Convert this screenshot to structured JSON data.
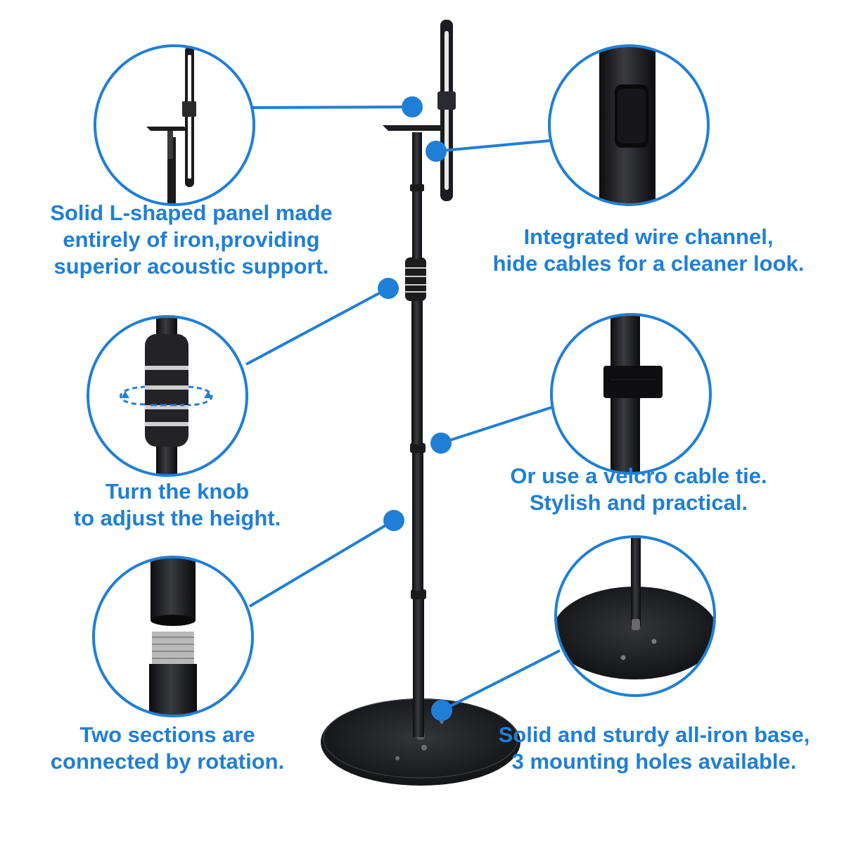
{
  "colors": {
    "accent": "#1f7fd6",
    "metal": "#1c1d20",
    "background": "#ffffff"
  },
  "features": [
    {
      "id": "l-panel",
      "lines": [
        "Solid L-shaped panel made",
        "entirely of iron,providing",
        "superior acoustic support."
      ]
    },
    {
      "id": "wire-channel",
      "lines": [
        "Integrated wire channel,",
        "hide cables for a cleaner look."
      ]
    },
    {
      "id": "knob",
      "lines": [
        "Turn the knob",
        "to adjust the height."
      ]
    },
    {
      "id": "velcro",
      "lines": [
        "Or use a velcro cable tie.",
        "Stylish and practical."
      ]
    },
    {
      "id": "sections",
      "lines": [
        "Two sections are",
        "connected by rotation."
      ]
    },
    {
      "id": "base",
      "lines": [
        "Solid and sturdy all-iron base,",
        "3 mounting holes available."
      ]
    }
  ],
  "icons": [
    "stand-illustration",
    "rotation-arrow-icon",
    "callout-dot-icon"
  ]
}
